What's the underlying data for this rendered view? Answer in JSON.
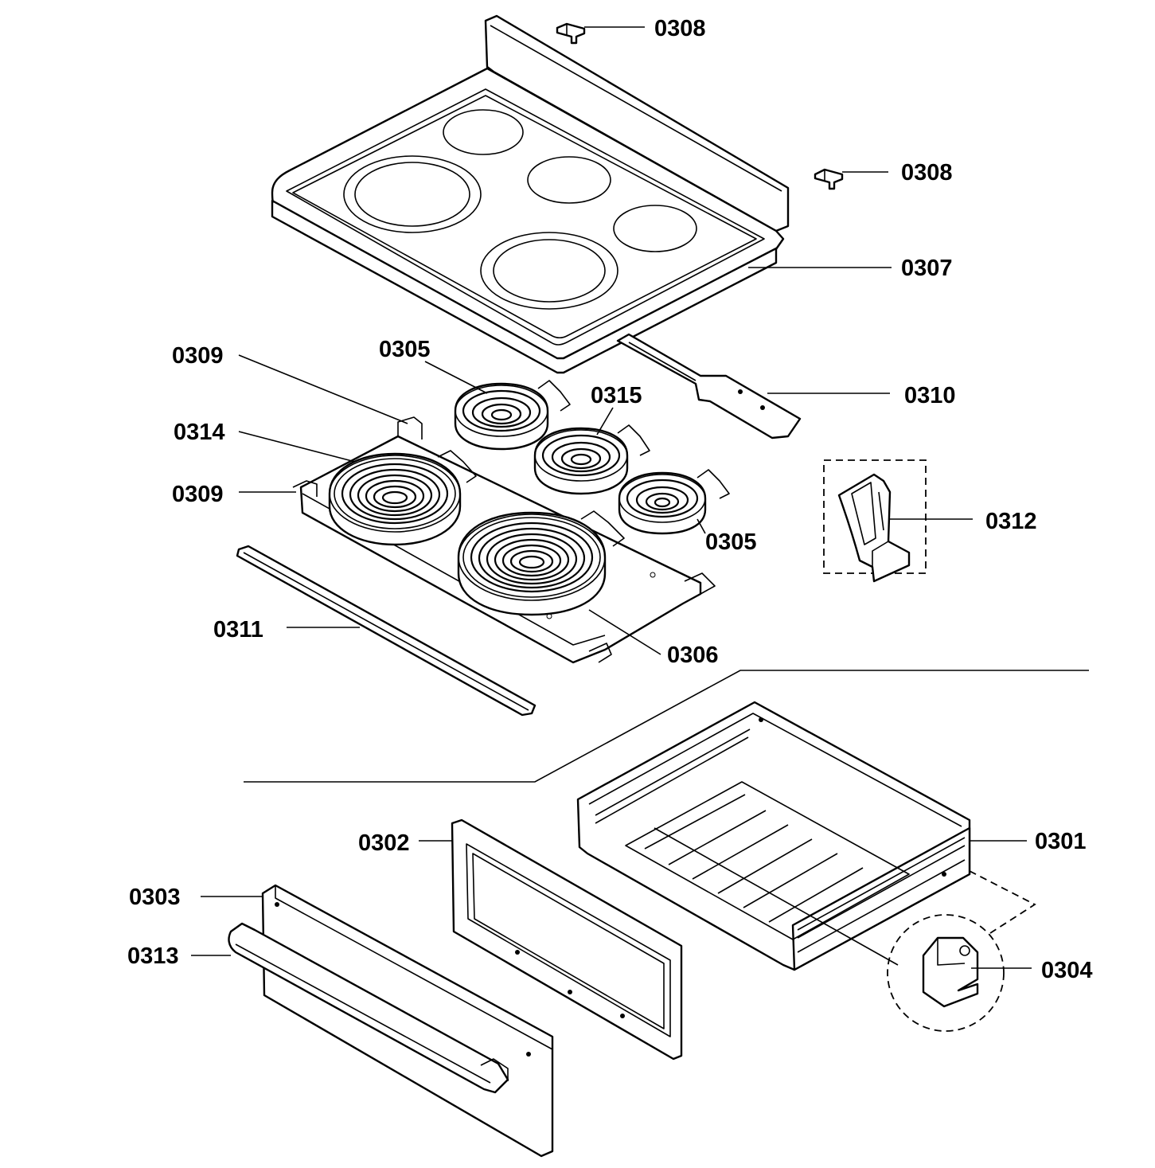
{
  "diagram": {
    "callouts": {
      "c0308_top": "0308",
      "c0308_right": "0308",
      "c0307": "0307",
      "c0309_upper": "0309",
      "c0305_upper": "0305",
      "c0315": "0315",
      "c0310": "0310",
      "c0314": "0314",
      "c0309_lower": "0309",
      "c0312": "0312",
      "c0305_lower": "0305",
      "c0311": "0311",
      "c0306": "0306",
      "c0302": "0302",
      "c0301": "0301",
      "c0303": "0303",
      "c0313": "0313",
      "c0304": "0304"
    }
  }
}
